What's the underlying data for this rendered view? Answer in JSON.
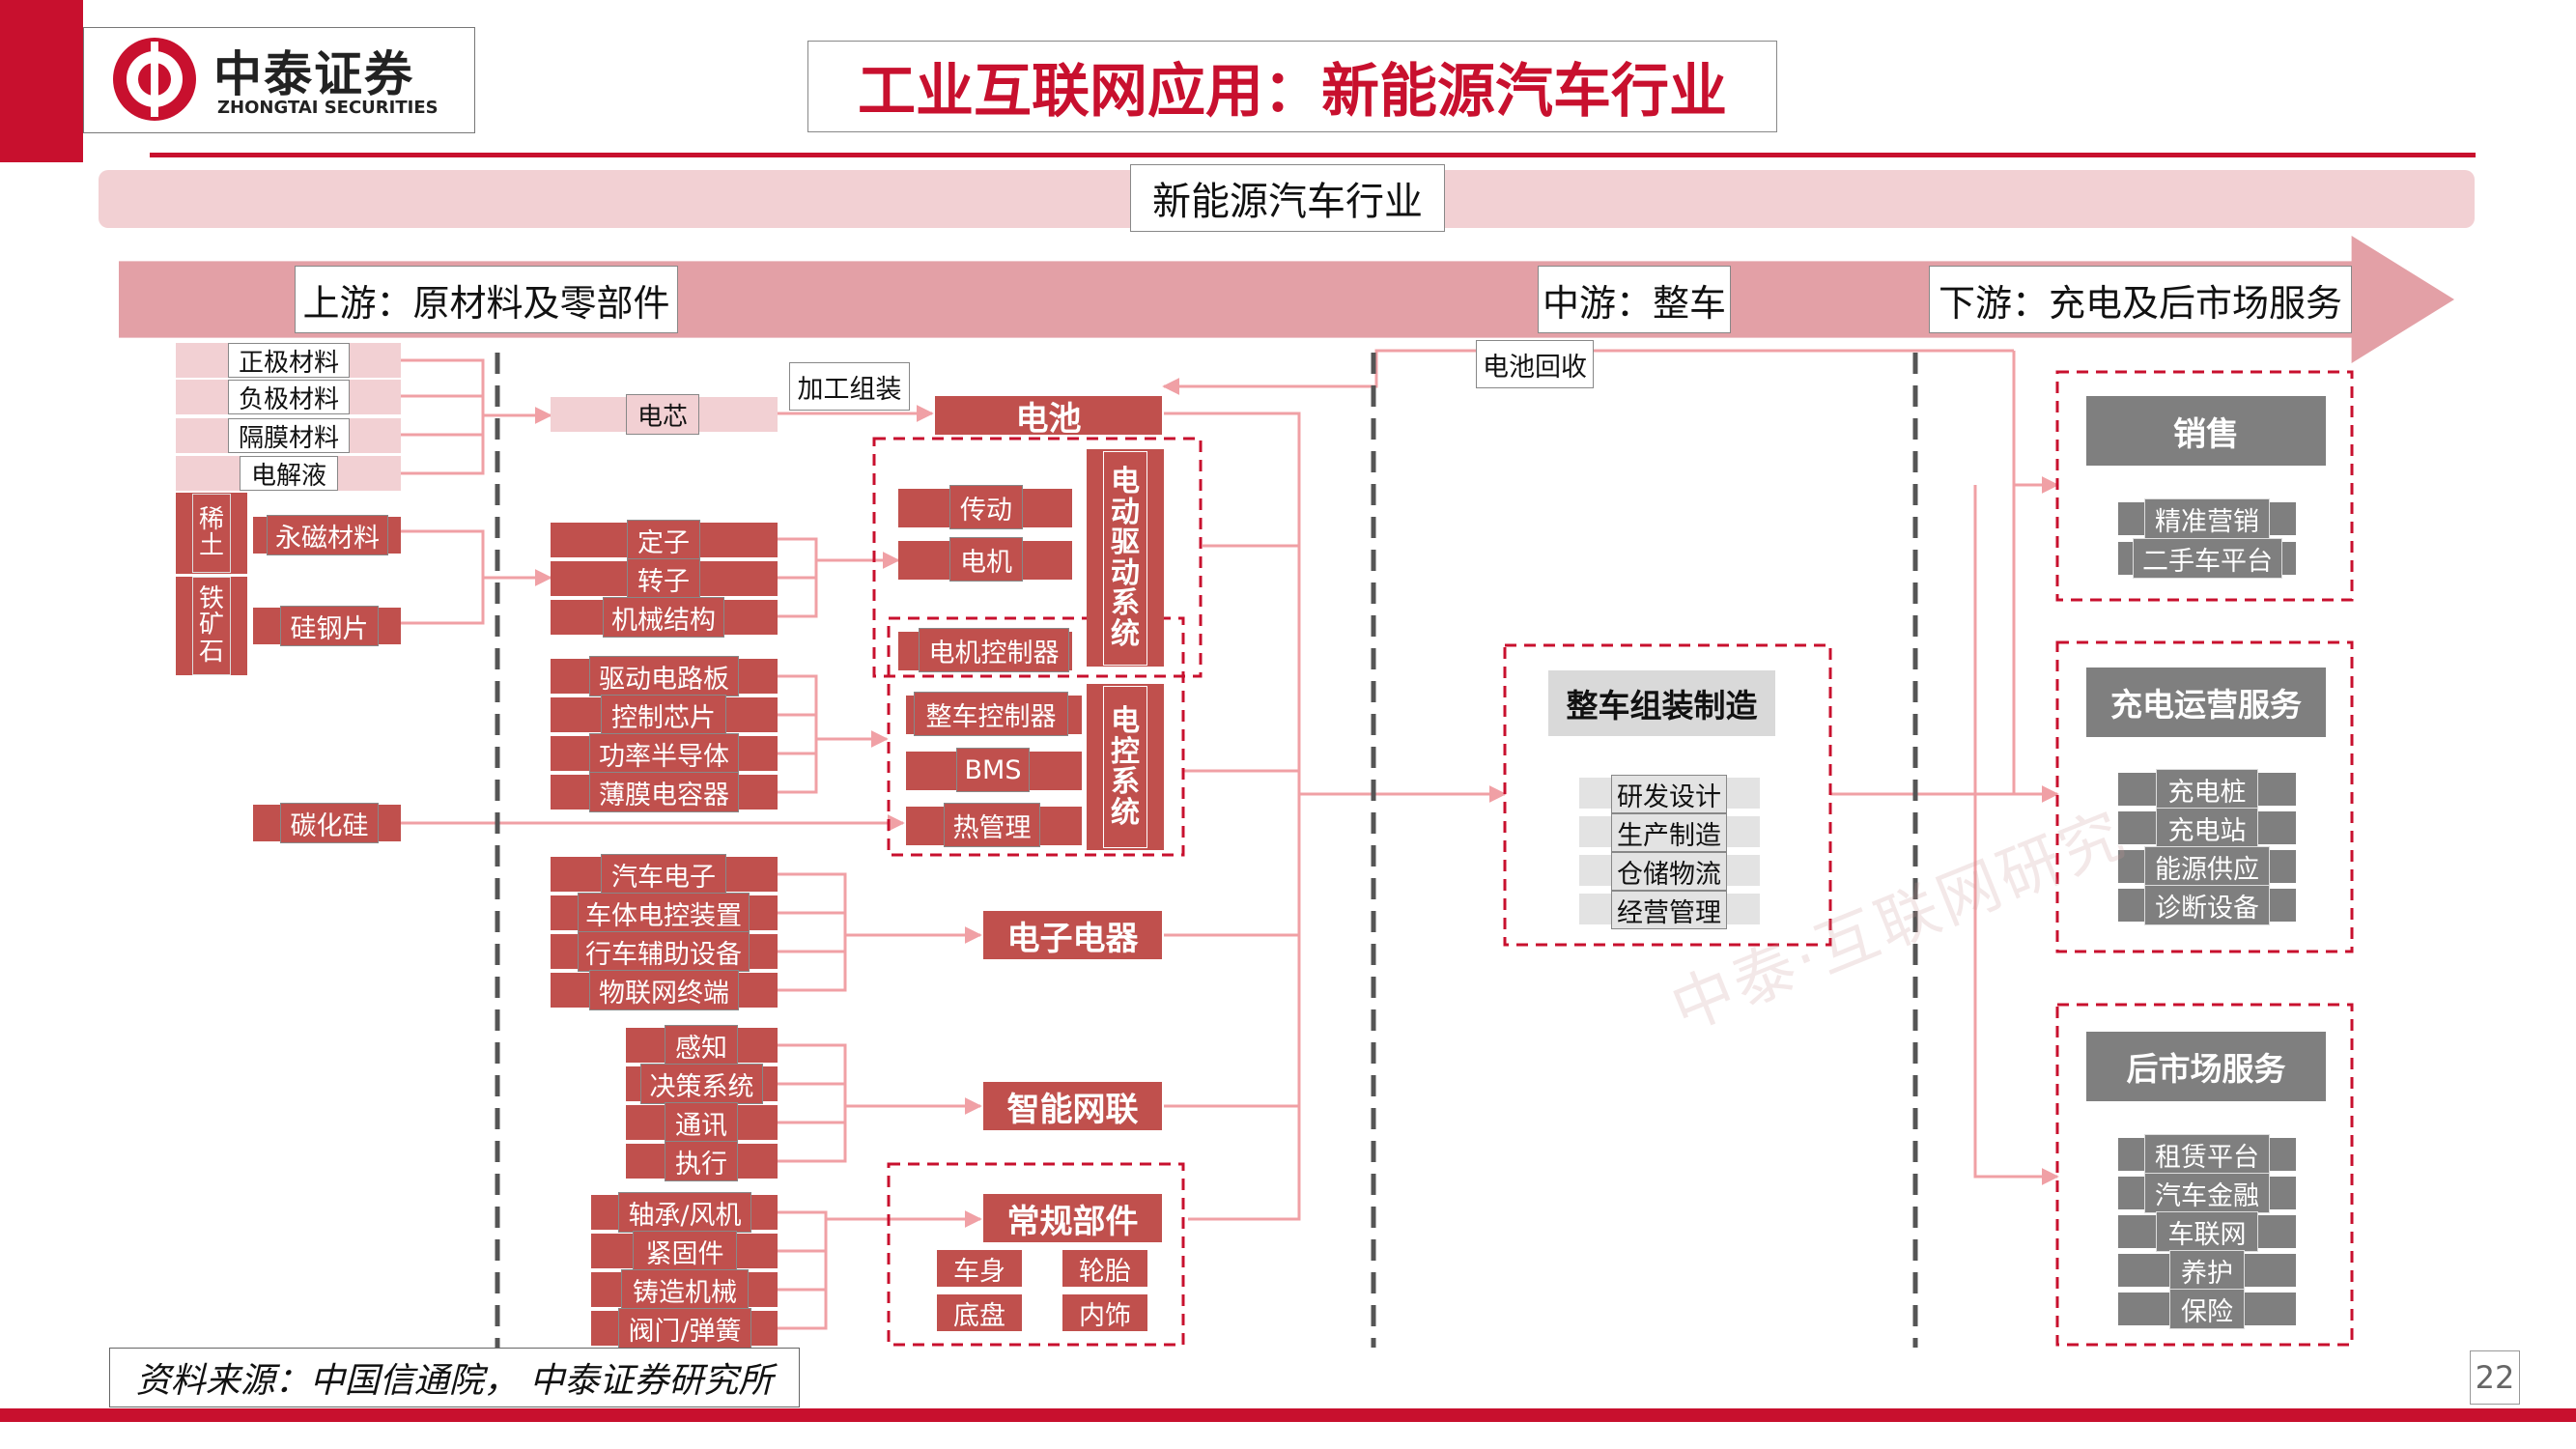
{
  "header": {
    "logo_cn": "中泰证券",
    "logo_en": "ZHONGTAI SECURITIES",
    "title": "工业互联网应用：新能源汽车行业"
  },
  "banner": "新能源汽车行业",
  "stages": {
    "up": "上游：原材料及零部件",
    "mid": "中游：整车",
    "down": "下游：充电及后市场服务"
  },
  "materials": {
    "cathode": "正极材料",
    "anode": "负极材料",
    "separator": "隔膜材料",
    "electrolyte": "电解液",
    "rare_earth": "稀土",
    "iron_ore": "铁矿石",
    "magnet": "永磁材料",
    "silicon_steel": "硅钢片",
    "sic": "碳化硅"
  },
  "parts": {
    "cell": "电芯",
    "process": "加工组装",
    "stator": "定子",
    "rotor": "转子",
    "mech": "机械结构",
    "drive_board": "驱动电路板",
    "ctrl_chip": "控制芯片",
    "power_semi": "功率半导体",
    "film_cap": "薄膜电容器",
    "auto_elec": "汽车电子",
    "body_ctrl": "车体电控装置",
    "assist": "行车辅助设备",
    "iot": "物联网终端",
    "sense": "感知",
    "decision": "决策系统",
    "comm": "通讯",
    "exec": "执行",
    "bearing": "轴承/风机",
    "fastener": "紧固件",
    "casting": "铸造机械",
    "valve": "阀门/弹簧"
  },
  "systems": {
    "battery": "电池",
    "transmission": "传动",
    "motor": "电机",
    "motor_ctrl": "电机控制器",
    "drive_sys": "电动驱动系统",
    "vcu": "整车控制器",
    "bms": "BMS",
    "thermal": "热管理",
    "ectrl_sys": "电控系统",
    "electronics": "电子电器",
    "smart": "智能网联",
    "regular": "常规部件",
    "body": "车身",
    "tire": "轮胎",
    "chassis": "底盘",
    "interior": "内饰"
  },
  "midstream": {
    "recycle": "电池回收",
    "assembly": "整车组装制造",
    "rd": "研发设计",
    "production": "生产制造",
    "logistics": "仓储物流",
    "management": "经营管理"
  },
  "downstream": {
    "sales": "销售",
    "precision": "精准营销",
    "used": "二手车平台",
    "charging": "充电运营服务",
    "pile": "充电桩",
    "station": "充电站",
    "energy": "能源供应",
    "diag": "诊断设备",
    "aftermarket": "后市场服务",
    "lease": "租赁平台",
    "finance": "汽车金融",
    "iov": "车联网",
    "maint": "养护",
    "insure": "保险"
  },
  "watermark": "中泰·互联网研究",
  "source": "资料来源：中国信通院， 中泰证券研究所",
  "page_number": "22",
  "colors": {
    "brand_red": "#c8102e",
    "box_red": "#c0504d",
    "pink": "#f2d0d3",
    "gray": "#7f7f7f"
  }
}
